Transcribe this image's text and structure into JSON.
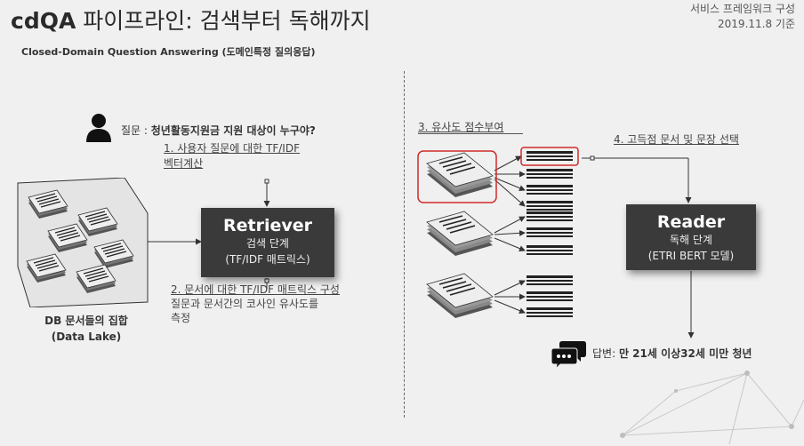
{
  "header": {
    "title_bold": "cdQA",
    "title_rest": " 파이프라인: 검색부터 독해까지",
    "subtitle": "Closed-Domain Question Answering (도메인특정 질의응답)",
    "corner_line1": "서비스 프레임워크 구성",
    "corner_line2": "2019.11.8 기준"
  },
  "question": {
    "label": "질문 : ",
    "text": "청년활동지원금 지원 대상이 누구야?"
  },
  "steps": {
    "step1_line1": "1. 사용자 질문에 대한 TF/IDF",
    "step1_line2": "벡터계산",
    "step2_line1": "2. 문서에 대한 TF/IDF 매트릭스 구성",
    "step2_line2": "질문과 문서간의 코사인 유사도를",
    "step2_line3": "측정",
    "step3": "3. 유사도 점수부여",
    "step4": "4. 고득점 문서 및 문장 선택"
  },
  "retriever": {
    "name": "Retriever",
    "stage": "검색 단계",
    "method": "(TF/IDF 매트릭스)"
  },
  "reader": {
    "name": "Reader",
    "stage": "독해 단계",
    "method": "(ETRI BERT 모델)"
  },
  "database": {
    "line1": "DB 문서들의 집합",
    "line2": "(Data Lake)"
  },
  "answer": {
    "label": "답변: ",
    "text": "만 21세 이상32세 미만 청년"
  },
  "colors": {
    "highlight": "#d02a2a",
    "block": "#3a3a3a",
    "background": "#f0f0f0"
  }
}
